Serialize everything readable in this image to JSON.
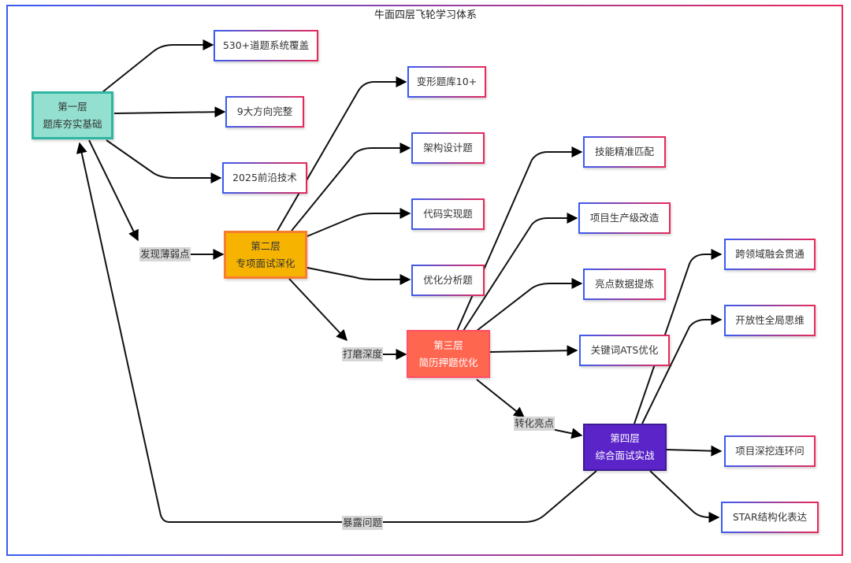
{
  "title": "牛面四层飞轮学习体系",
  "colors": {
    "frame_gradient": [
      "#3a5cf0",
      "#e8285a"
    ],
    "layer1": "#93e0d0",
    "layer2": "#f6b400",
    "layer3": "#ff6650",
    "layer4": "#5a24c8"
  },
  "layers": [
    {
      "id": "L1",
      "line1": "第一层",
      "line2": "题库夯实基础",
      "children": [
        "530+道题系统覆盖",
        "9大方向完整",
        "2025前沿技术"
      ]
    },
    {
      "id": "L2",
      "line1": "第二层",
      "line2": "专项面试深化",
      "children": [
        "变形题库10+",
        "架构设计题",
        "代码实现题",
        "优化分析题"
      ]
    },
    {
      "id": "L3",
      "line1": "第三层",
      "line2": "简历押题优化",
      "children": [
        "技能精准匹配",
        "项目生产级改造",
        "亮点数据提炼",
        "关键词ATS优化"
      ]
    },
    {
      "id": "L4",
      "line1": "第四层",
      "line2": "综合面试实战",
      "children": [
        "跨领域融会贯通",
        "开放性全局思维",
        "项目深挖连环问",
        "STAR结构化表达"
      ]
    }
  ],
  "edge_labels": {
    "l1_to_l2": "发现薄弱点",
    "l2_to_l3": "打磨深度",
    "l3_to_l4": "转化亮点",
    "l4_to_l1": "暴露问题"
  }
}
